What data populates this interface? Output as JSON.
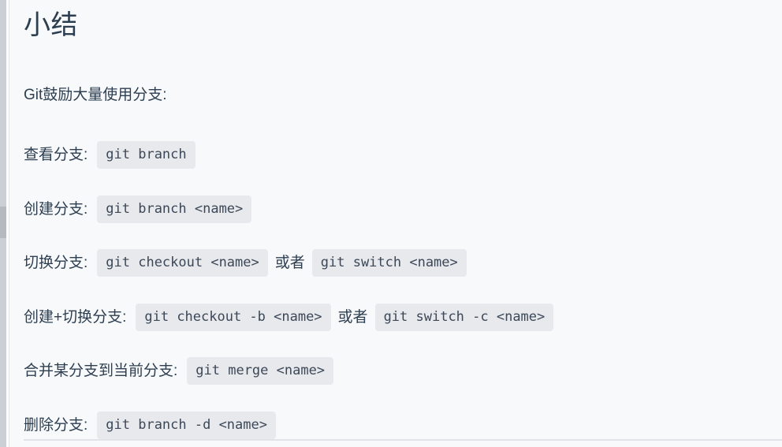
{
  "page": {
    "title": "小结",
    "background_color": "#f8f9fb",
    "text_color": "#2c3e50",
    "code_background_color": "#e7e9ec",
    "code_text_color": "#3c4858",
    "divider_color": "#e0e3e8"
  },
  "intro": {
    "text": "Git鼓励大量使用分支:"
  },
  "separator_word": "或者",
  "rows": [
    {
      "label": "查看分支:",
      "commands": [
        "git branch"
      ]
    },
    {
      "label": "创建分支:",
      "commands": [
        "git branch <name>"
      ]
    },
    {
      "label": "切换分支:",
      "commands": [
        "git checkout <name>",
        "git switch <name>"
      ]
    },
    {
      "label": "创建+切换分支:",
      "commands": [
        "git checkout -b <name>",
        "git switch -c <name>"
      ]
    },
    {
      "label": "合并某分支到当前分支:",
      "commands": [
        "git merge <name>"
      ]
    },
    {
      "label": "删除分支:",
      "commands": [
        "git branch -d <name>"
      ]
    }
  ],
  "scrollbar": {
    "track_color": "#ccd0d6",
    "thumb_color": "#b5bac1"
  }
}
